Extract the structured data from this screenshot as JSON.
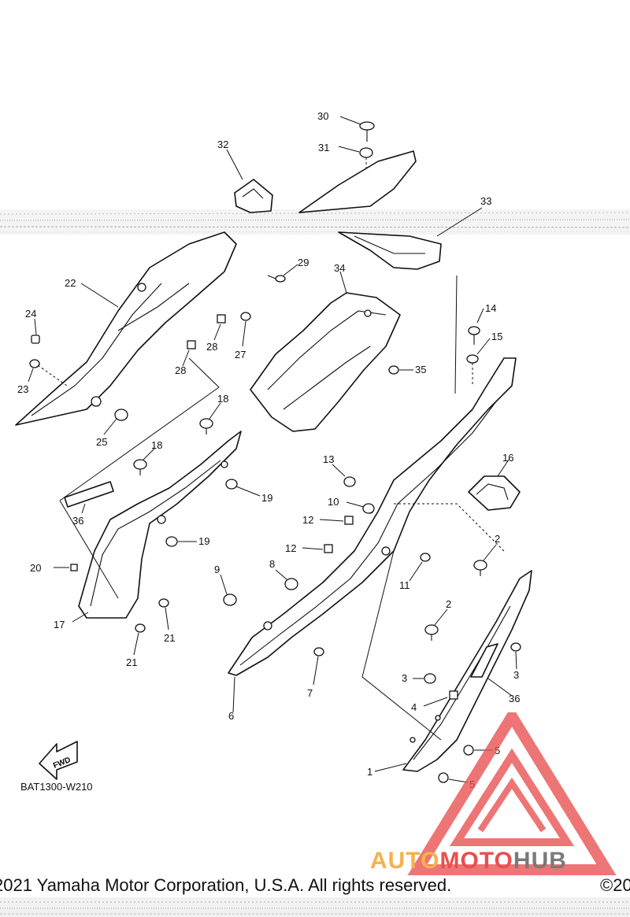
{
  "diagram": {
    "code_label": "BAT1300-W210",
    "fwd_label": "FWD",
    "callouts": [
      {
        "id": "c30",
        "text": "30"
      },
      {
        "id": "c31",
        "text": "31"
      },
      {
        "id": "c32",
        "text": "32"
      },
      {
        "id": "c33",
        "text": "33"
      },
      {
        "id": "c22",
        "text": "22"
      },
      {
        "id": "c29",
        "text": "29"
      },
      {
        "id": "c34",
        "text": "34"
      },
      {
        "id": "c24",
        "text": "24"
      },
      {
        "id": "c14",
        "text": "14"
      },
      {
        "id": "c15",
        "text": "15"
      },
      {
        "id": "c28a",
        "text": "28"
      },
      {
        "id": "c27",
        "text": "27"
      },
      {
        "id": "c28b",
        "text": "28"
      },
      {
        "id": "c23",
        "text": "23"
      },
      {
        "id": "c35",
        "text": "35"
      },
      {
        "id": "c25",
        "text": "25"
      },
      {
        "id": "c18a",
        "text": "18"
      },
      {
        "id": "c13",
        "text": "13"
      },
      {
        "id": "c16",
        "text": "16"
      },
      {
        "id": "c18b",
        "text": "18"
      },
      {
        "id": "c19a",
        "text": "19"
      },
      {
        "id": "c10",
        "text": "10"
      },
      {
        "id": "c36a",
        "text": "36"
      },
      {
        "id": "c12a",
        "text": "12"
      },
      {
        "id": "c2a",
        "text": "2"
      },
      {
        "id": "c19b",
        "text": "19"
      },
      {
        "id": "c12b",
        "text": "12"
      },
      {
        "id": "c11",
        "text": "11"
      },
      {
        "id": "c20",
        "text": "20"
      },
      {
        "id": "c9",
        "text": "9"
      },
      {
        "id": "c8",
        "text": "8"
      },
      {
        "id": "c2b",
        "text": "2"
      },
      {
        "id": "c17",
        "text": "17"
      },
      {
        "id": "c21a",
        "text": "21"
      },
      {
        "id": "c21b",
        "text": "21"
      },
      {
        "id": "c3a",
        "text": "3"
      },
      {
        "id": "c3b",
        "text": "3"
      },
      {
        "id": "c7",
        "text": "7"
      },
      {
        "id": "c36b",
        "text": "36"
      },
      {
        "id": "c4",
        "text": "4"
      },
      {
        "id": "c6",
        "text": "6"
      },
      {
        "id": "c5a",
        "text": "5"
      },
      {
        "id": "c1",
        "text": "1"
      },
      {
        "id": "c5b",
        "text": "5"
      }
    ]
  },
  "footer": {
    "copyright": "2021 Yamaha Motor Corporation, U.S.A. All rights reserved.",
    "copyright_right": "©20"
  },
  "watermark": {
    "text_auto": "AUTO",
    "text_moto": "MOTO",
    "text_hub": "HUB",
    "colors": {
      "red": "#e84f4f",
      "orange": "#f5b14a",
      "gray": "#7a7a7a"
    }
  }
}
